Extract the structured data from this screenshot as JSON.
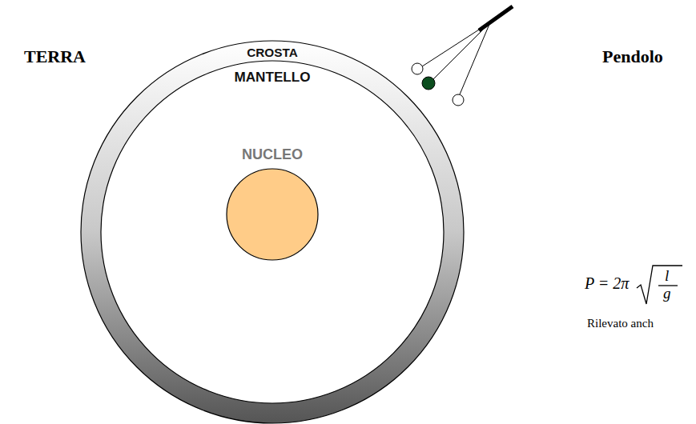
{
  "diagram": {
    "nodes": [
      {
        "text": [
          "CROSTA"
        ]
      },
      {
        "text": [
          "MANTELLO"
        ],
        "in": 0
      },
      {
        "text": [
          "NUCLEO"
        ],
        "in": 1
      }
    ],
    "labels": [
      "TERRA",
      "Pendolo",
      "P = 2π",
      "l",
      "g",
      "Rilevato anch"
    ]
  }
}
